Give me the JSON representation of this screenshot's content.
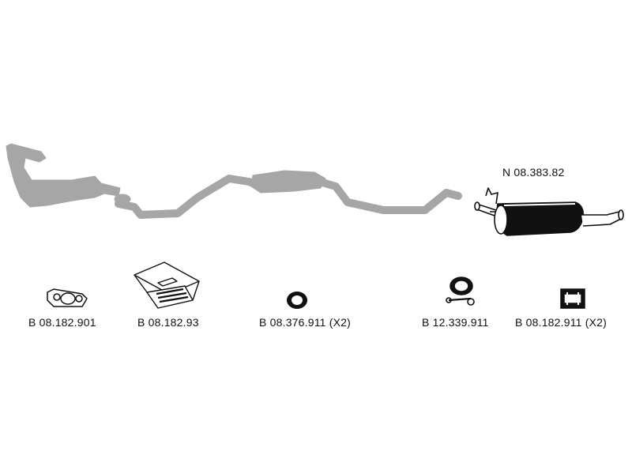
{
  "parts": {
    "rear_silencer": {
      "code": "N 08.383.82",
      "icon": "rear-silencer-icon"
    },
    "accessories": [
      {
        "code": "B 08.182.901",
        "icon": "flange-gasket-icon"
      },
      {
        "code": "B 08.182.93",
        "icon": "fitting-kit-box-icon"
      },
      {
        "code": "B 08.376.911 (X2)",
        "icon": "rubber-ring-icon"
      },
      {
        "code": "B 12.339.911",
        "icon": "pipe-clamp-icon"
      },
      {
        "code": "B 08.182.911 (X2)",
        "icon": "mounting-rubber-icon"
      }
    ]
  },
  "colors": {
    "greyed_parts": "#a6a6a6",
    "line_art": "#111111",
    "background": "#ffffff"
  }
}
